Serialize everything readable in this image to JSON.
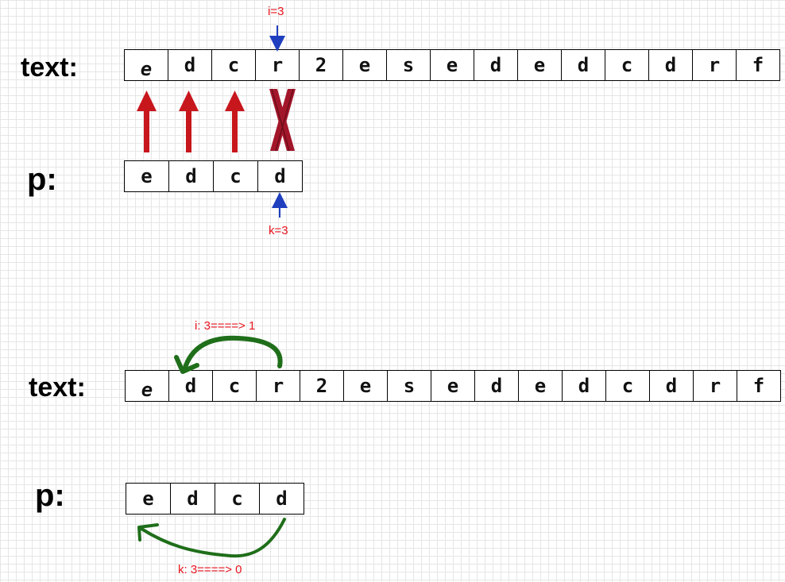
{
  "section1": {
    "text_label": "text:",
    "p_label": "p:",
    "text_chars": [
      "e",
      "d",
      "c",
      "r",
      "2",
      "e",
      "s",
      "e",
      "d",
      "e",
      "d",
      "c",
      "d",
      "r",
      "f"
    ],
    "p_chars": [
      "e",
      "d",
      "c",
      "d"
    ],
    "i_note": "i=3",
    "k_note": "k=3"
  },
  "section2": {
    "text_label": "text:",
    "p_label": "p:",
    "text_chars": [
      "e",
      "d",
      "c",
      "r",
      "2",
      "e",
      "s",
      "e",
      "d",
      "e",
      "d",
      "c",
      "d",
      "r",
      "f"
    ],
    "p_chars": [
      "e",
      "d",
      "c",
      "d"
    ],
    "i_note": "i: 3====> 1",
    "k_note": "k: 3====> 0"
  },
  "colors": {
    "match_arrow": "#c8161d",
    "mismatch_mark": "#a3162a",
    "pointer_arrow": "#1f3fbf",
    "note_text": "#e8141e",
    "back_arrow": "#1f6e1a"
  }
}
